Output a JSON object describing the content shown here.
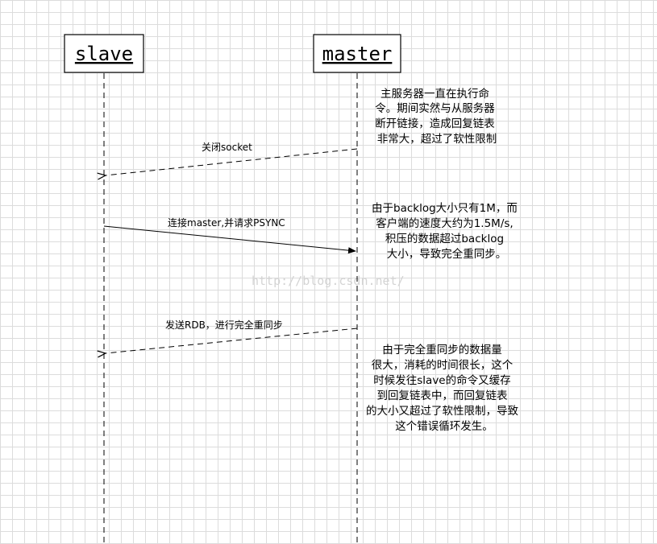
{
  "actors": {
    "slave": {
      "label": "slave"
    },
    "master": {
      "label": "master"
    }
  },
  "messages": [
    {
      "label": "关闭socket",
      "from": "master",
      "to": "slave",
      "style": "dashed"
    },
    {
      "label": "连接master,并请求PSYNC",
      "from": "slave",
      "to": "master",
      "style": "solid"
    },
    {
      "label": "发送RDB，进行完全重同步",
      "from": "master",
      "to": "slave",
      "style": "dashed"
    }
  ],
  "notes": [
    {
      "lines": [
        "主服务器一直在执行命",
        "令。期间实然与从服务器",
        "断开链接，造成回复链表",
        "非常大，超过了软性限制"
      ]
    },
    {
      "lines": [
        "由于backlog大小只有1M，而",
        "客户端的速度大约为1.5M/s,",
        "积压的数据超过backlog",
        "大小，导致完全重同步。"
      ]
    },
    {
      "lines": [
        "由于完全重同步的数据量",
        "很大，消耗的时间很长，这个",
        "时候发往slave的命令又缓存",
        "到回复链表中，而回复链表",
        "的大小又超过了软性限制，导致",
        "这个错误循环发生。"
      ]
    }
  ],
  "watermark": "http://blog.csdn.net/"
}
